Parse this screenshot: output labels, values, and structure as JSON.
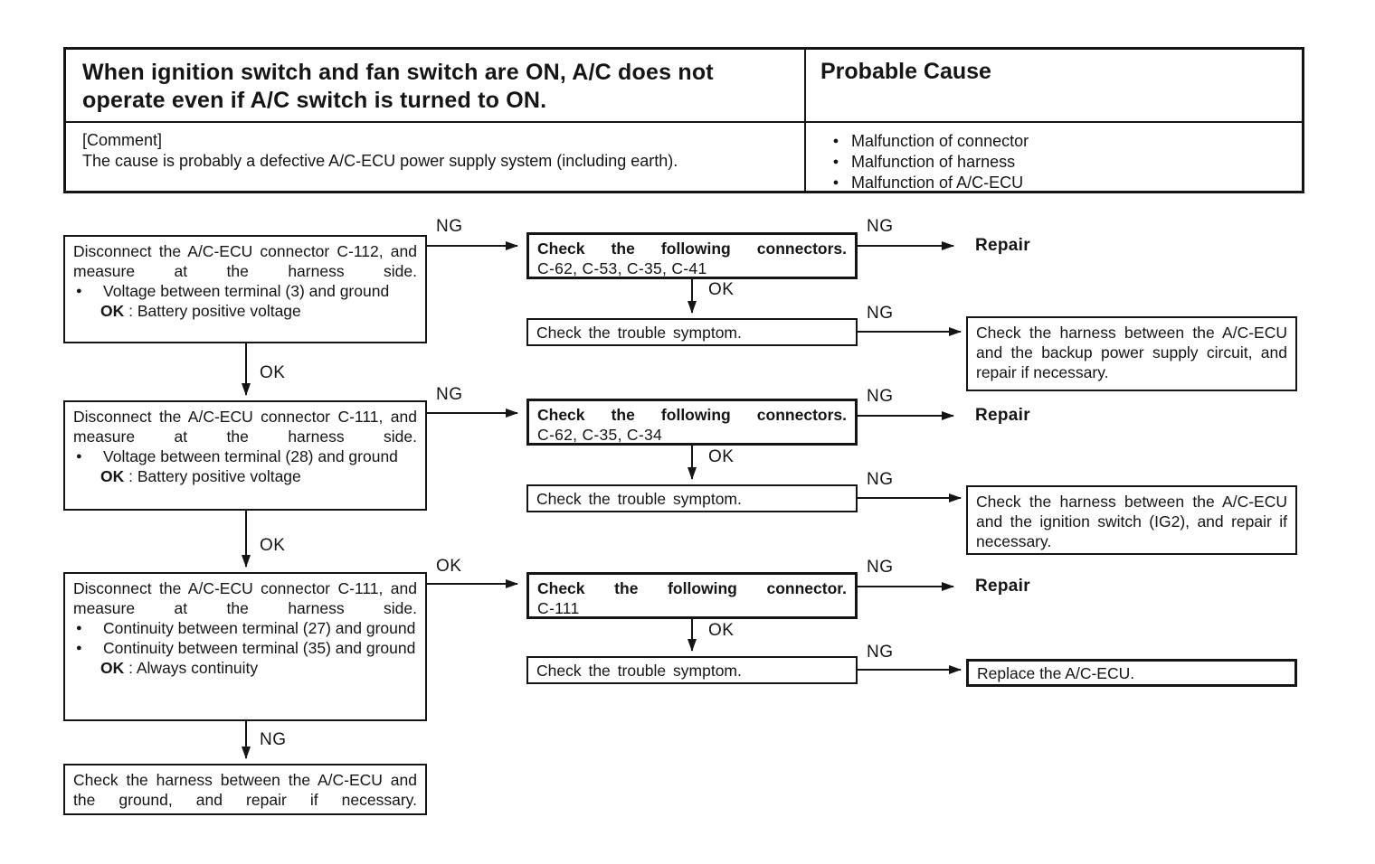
{
  "header": {
    "symptom": "When ignition switch and fan switch are ON, A/C does not operate even if A/C switch is turned to ON.",
    "probable_cause_title": "Probable Cause",
    "comment_label": "[Comment]",
    "comment_text": "The cause is probably a defective A/C-ECU power supply system (including earth).",
    "causes": [
      "Malfunction of connector",
      "Malfunction of harness",
      "Malfunction of A/C-ECU"
    ]
  },
  "flow": {
    "labels": {
      "ng": "NG",
      "ok": "OK"
    },
    "left_boxes": [
      {
        "line1": "Disconnect the A/C-ECU connector C-112, and measure at the harness side.",
        "bullets": [
          "Voltage between terminal (3) and ground"
        ],
        "ok_key": "OK",
        "ok_val": " : Battery positive voltage"
      },
      {
        "line1": "Disconnect the A/C-ECU connector C-111, and measure at the harness side.",
        "bullets": [
          "Voltage between terminal (28) and ground"
        ],
        "ok_key": "OK",
        "ok_val": " : Battery positive voltage"
      },
      {
        "line1": "Disconnect the A/C-ECU connector C-111, and measure at the harness side.",
        "bullets": [
          "Continuity between terminal (27) and ground",
          "Continuity between terminal (35) and ground"
        ],
        "ok_key": "OK",
        "ok_val": " : Always continuity"
      }
    ],
    "bottom_box": "Check the harness between the A/C-ECU and the ground, and repair if necessary.",
    "middle_boxes": [
      {
        "title": "Check the following connectors.",
        "detail": "C-62, C-53, C-35, C-41"
      },
      {
        "title": "Check the following connectors.",
        "detail": "C-62, C-35, C-34"
      },
      {
        "title": "Check the following connector.",
        "detail": "C-111"
      }
    ],
    "trouble_box": "Check the trouble symptom.",
    "repair_label": "Repair",
    "right_boxes": [
      "Check the harness between the A/C-ECU and the backup power supply circuit, and repair if necessary.",
      "Check the harness between the A/C-ECU and the ignition switch (IG2), and repair if necessary.",
      "Replace the A/C-ECU."
    ]
  }
}
